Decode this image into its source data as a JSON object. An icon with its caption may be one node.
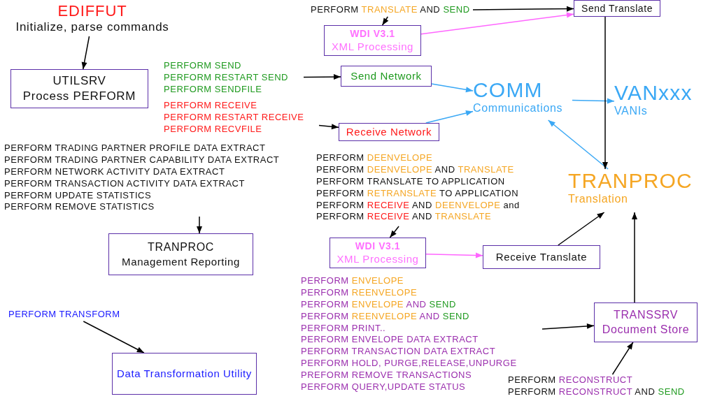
{
  "diagram": {
    "nodes": [
      {
        "text": [
          "EDIFFUT",
          "Initialize, parse commands"
        ]
      },
      {
        "text": [
          "UTILSRV",
          "Process PERFORM"
        ]
      },
      {
        "text": [
          "PERFORM TRANSLATE AND SEND"
        ]
      },
      {
        "text": [
          "Send Translate"
        ]
      },
      {
        "text": [
          "WDI V3.1",
          "XML Processing"
        ]
      },
      {
        "text": [
          "PERFORM SEND",
          "PERFORM RESTART SEND",
          "PERFORM SENDFILE"
        ]
      },
      {
        "text": [
          "Send Network"
        ]
      },
      {
        "text": [
          "PERFORM RECEIVE",
          "PERFORM RESTART RECEIVE",
          "PERFORM RECVFILE"
        ]
      },
      {
        "text": [
          "Receive Network"
        ]
      },
      {
        "text": [
          "COMM",
          "Communications"
        ]
      },
      {
        "text": [
          "VANxxx",
          "VANIs"
        ]
      },
      {
        "text": [
          "TRANPROC",
          "Translation"
        ]
      },
      {
        "text": [
          "PERFORM TRADING PARTNER PROFILE DATA EXTRACT",
          "PERFORM TRADING PARTNER CAPABILITY DATA EXTRACT",
          "PERFORM NETWORK ACTIVITY DATA EXTRACT",
          "PERFORM TRANSACTION ACTIVITY DATA EXTRACT",
          "PERFORM UPDATE STATISTICS",
          "PERFORM REMOVE STATISTICS"
        ]
      },
      {
        "text": [
          "TRANPROC",
          "Management Reporting"
        ]
      },
      {
        "text": [
          "PERFORM DEENVELOPE",
          "PERFORM DEENVELOPE AND TRANSLATE",
          "PERFORM TRANSLATE TO APPLICATION",
          "PERFORM RETRANSLATE TO APPLICATION",
          "PERFORM RECEIVE AND DEENVELOPE and",
          "PERFORM RECEIVE AND TRANSLATE"
        ]
      },
      {
        "text": [
          "WDI V3.1",
          "XML Processing"
        ]
      },
      {
        "text": [
          "Receive Translate"
        ]
      },
      {
        "text": [
          "PERFORM TRANSFORM"
        ]
      },
      {
        "text": [
          "Data Transformation Utility"
        ]
      },
      {
        "text": [
          "PERFORM ENVELOPE",
          "PERFORM REENVELOPE",
          "PERFORM ENVELOPE AND SEND",
          "PERFORM REENVELOPE AND SEND",
          "PERFORM PRINT..",
          "PERFORM ENVELOPE DATA EXTRACT",
          "PERFORM TRANSACTION DATA EXTRACT",
          "PERFORM HOLD, PURGE,RELEASE,UNPURGE",
          "PREFORM REMOVE TRANSACTIONS",
          "PERFORM QUERY,UPDATE STATUS"
        ]
      },
      {
        "text": [
          "TRANSSRV",
          "Document Store"
        ]
      },
      {
        "text": [
          "PERFORM RECONSTRUCT",
          "PERFORM RECONSTRUCT AND SEND"
        ]
      }
    ],
    "edges": [
      {
        "from": 0,
        "to": 1,
        "arrow": "to"
      },
      {
        "from": 5,
        "to": 6,
        "arrow": "to"
      },
      {
        "from": 7,
        "to": 8,
        "arrow": "to"
      },
      {
        "from": 2,
        "to": 3,
        "arrow": "to"
      },
      {
        "from": 2,
        "to": 4,
        "arrow": "to"
      },
      {
        "from": 4,
        "to": 3,
        "arrow": "to",
        "color": "#ff66ff"
      },
      {
        "from": 6,
        "to": 9,
        "arrow": "to",
        "color": "#3aa8f5"
      },
      {
        "from": 8,
        "to": 9,
        "arrow": "to",
        "color": "#3aa8f5"
      },
      {
        "from": 9,
        "to": 10,
        "arrow": "to",
        "color": "#3aa8f5"
      },
      {
        "from": 11,
        "to": 9,
        "arrow": "to",
        "color": "#3aa8f5"
      },
      {
        "from": 3,
        "to": 11,
        "arrow": "to"
      },
      {
        "from": 12,
        "to": 13,
        "arrow": "to"
      },
      {
        "from": 14,
        "to": 15,
        "arrow": "to"
      },
      {
        "from": 15,
        "to": 16,
        "arrow": "to",
        "color": "#ff66ff"
      },
      {
        "from": 16,
        "to": 11,
        "arrow": "to"
      },
      {
        "from": 17,
        "to": 18,
        "arrow": "to"
      },
      {
        "from": 19,
        "to": 20,
        "arrow": "to"
      },
      {
        "from": 21,
        "to": 20,
        "arrow": "to"
      },
      {
        "from": 20,
        "to": 11,
        "arrow": "to"
      }
    ]
  }
}
